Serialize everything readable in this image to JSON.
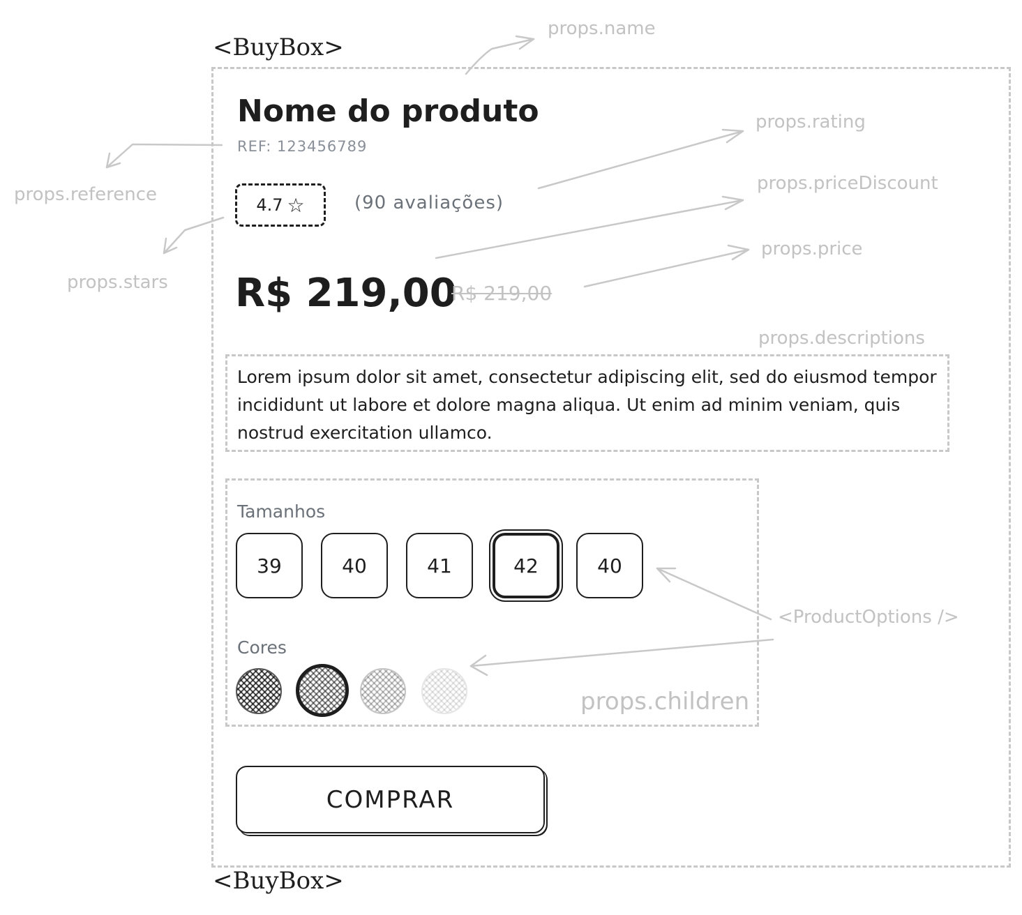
{
  "component": {
    "open_tag": "<BuyBox>",
    "close_tag": "<BuyBox>"
  },
  "annotations": {
    "name": "props.name",
    "rating": "props.rating",
    "price_discount": "props.priceDiscount",
    "price": "props.price",
    "reference": "props.reference",
    "stars": "props.stars",
    "descriptions": "props.descriptions",
    "product_options": "<ProductOptions />",
    "children": "props.children"
  },
  "product": {
    "name": "Nome do produto",
    "reference": "REF: 123456789",
    "rating": "4.7",
    "star_icon": "☆",
    "review_count": "(90 avaliações)",
    "price": "R$ 219,00",
    "price_discount": "R$ 219,00",
    "description": "Lorem ipsum dolor sit amet, consectetur adipiscing elit, sed do eiusmod tempor incididunt ut labore et dolore magna aliqua. Ut enim ad minim veniam, quis nostrud exercitation ullamco."
  },
  "options": {
    "sizes_label": "Tamanhos",
    "sizes": [
      "39",
      "40",
      "41",
      "42",
      "40"
    ],
    "selected_size_index": 3,
    "colors_label": "Cores",
    "colors": [
      "#555555",
      "#8a8a8a",
      "#c4c4c4",
      "#e6e6e6"
    ],
    "selected_color_index": 1
  },
  "actions": {
    "buy_label": "COMPRAR"
  }
}
